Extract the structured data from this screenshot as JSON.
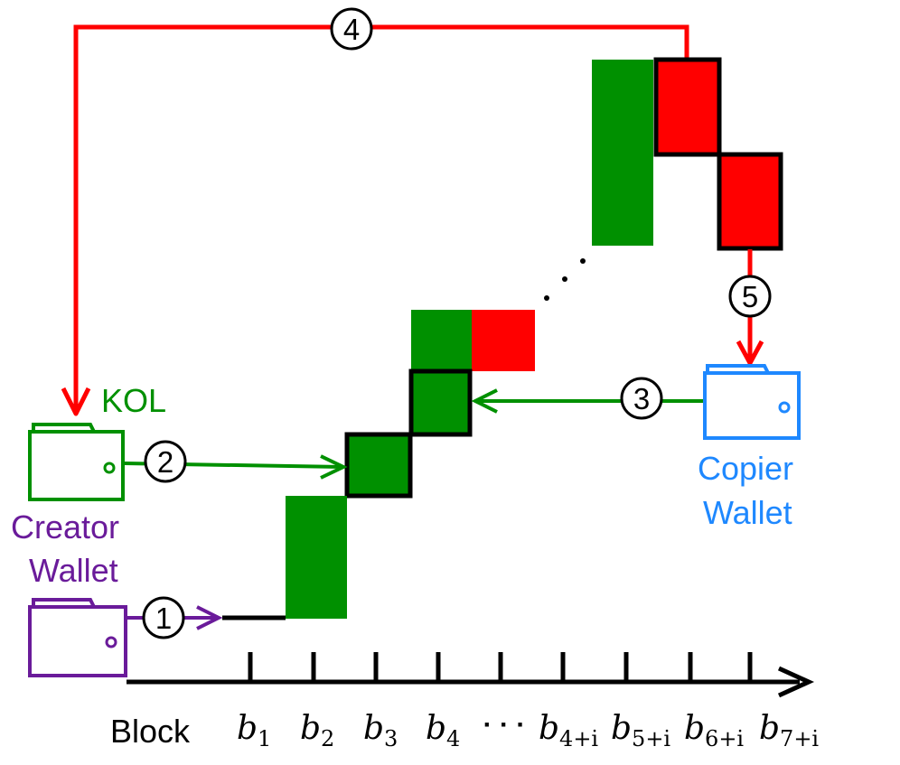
{
  "labels": {
    "kol": "KOL",
    "creator_line1": "Creator",
    "creator_line2": "Wallet",
    "copier_line1": "Copier",
    "copier_line2": "Wallet",
    "axis_label": "Block",
    "ellipsis": "· · ·"
  },
  "steps": [
    "1",
    "2",
    "3",
    "4",
    "5"
  ],
  "blocks": [
    {
      "base": "b",
      "sub": "1"
    },
    {
      "base": "b",
      "sub": "2"
    },
    {
      "base": "b",
      "sub": "3"
    },
    {
      "base": "b",
      "sub": "4"
    },
    {
      "base": "b",
      "sub": "4+i"
    },
    {
      "base": "b",
      "sub": "5+i"
    },
    {
      "base": "b",
      "sub": "6+i"
    },
    {
      "base": "b",
      "sub": "7+i"
    }
  ],
  "colors": {
    "green": "#009000",
    "red": "#ff0000",
    "purple": "#6a1b9a",
    "blue": "#1e88ff",
    "black": "#000000"
  }
}
